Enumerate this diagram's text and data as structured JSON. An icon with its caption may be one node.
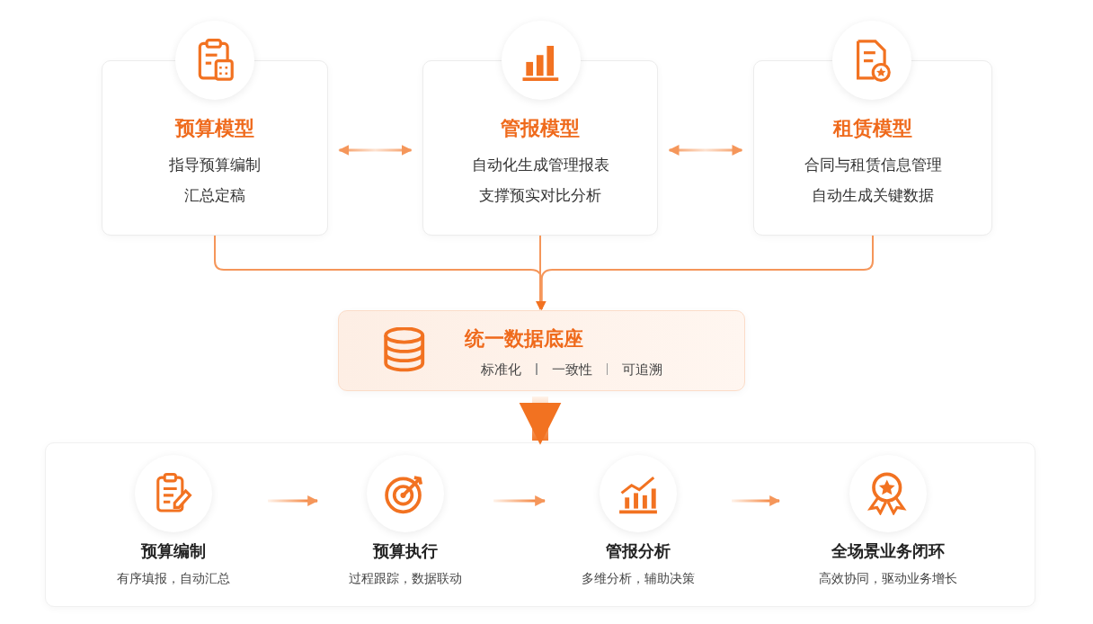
{
  "diagram": {
    "nodes": [
      {
        "text": [
          "预算模型",
          "指导预算编制",
          "汇总定稿"
        ]
      },
      {
        "text": [
          "管报模型",
          "自动化生成管理报表",
          "支撑预实对比分析"
        ]
      },
      {
        "text": [
          "租赁模型",
          "合同与租赁信息管理",
          "自动生成关键数据"
        ]
      },
      {
        "text": [
          "统一数据底座",
          "标准化",
          "一致性",
          "可追溯"
        ]
      },
      {
        "text": [],
        "shape": "box"
      },
      {
        "text": [
          "预算编制",
          "有序填报，自动汇总"
        ],
        "in": 4
      },
      {
        "text": [
          "预算执行",
          "过程跟踪，数据联动"
        ],
        "in": 4
      },
      {
        "text": [
          "管报分析",
          "多维分析，辅助决策"
        ],
        "in": 4
      },
      {
        "text": [
          "全场景业务闭环",
          "高效协同，驱动业务增长"
        ],
        "in": 4
      }
    ],
    "edges": [
      {
        "from": 0,
        "to": 1,
        "arrow": "both"
      },
      {
        "from": 1,
        "to": 2,
        "arrow": "both"
      },
      {
        "from": 0,
        "to": 3,
        "arrow": "to"
      },
      {
        "from": 1,
        "to": 3,
        "arrow": "to"
      },
      {
        "from": 2,
        "to": 3,
        "arrow": "to"
      },
      {
        "from": 3,
        "to": 4,
        "arrow": "to",
        "style": "thick"
      },
      {
        "from": 5,
        "to": 6,
        "arrow": "to"
      },
      {
        "from": 6,
        "to": 7,
        "arrow": "to"
      },
      {
        "from": 7,
        "to": 8,
        "arrow": "to"
      }
    ]
  }
}
